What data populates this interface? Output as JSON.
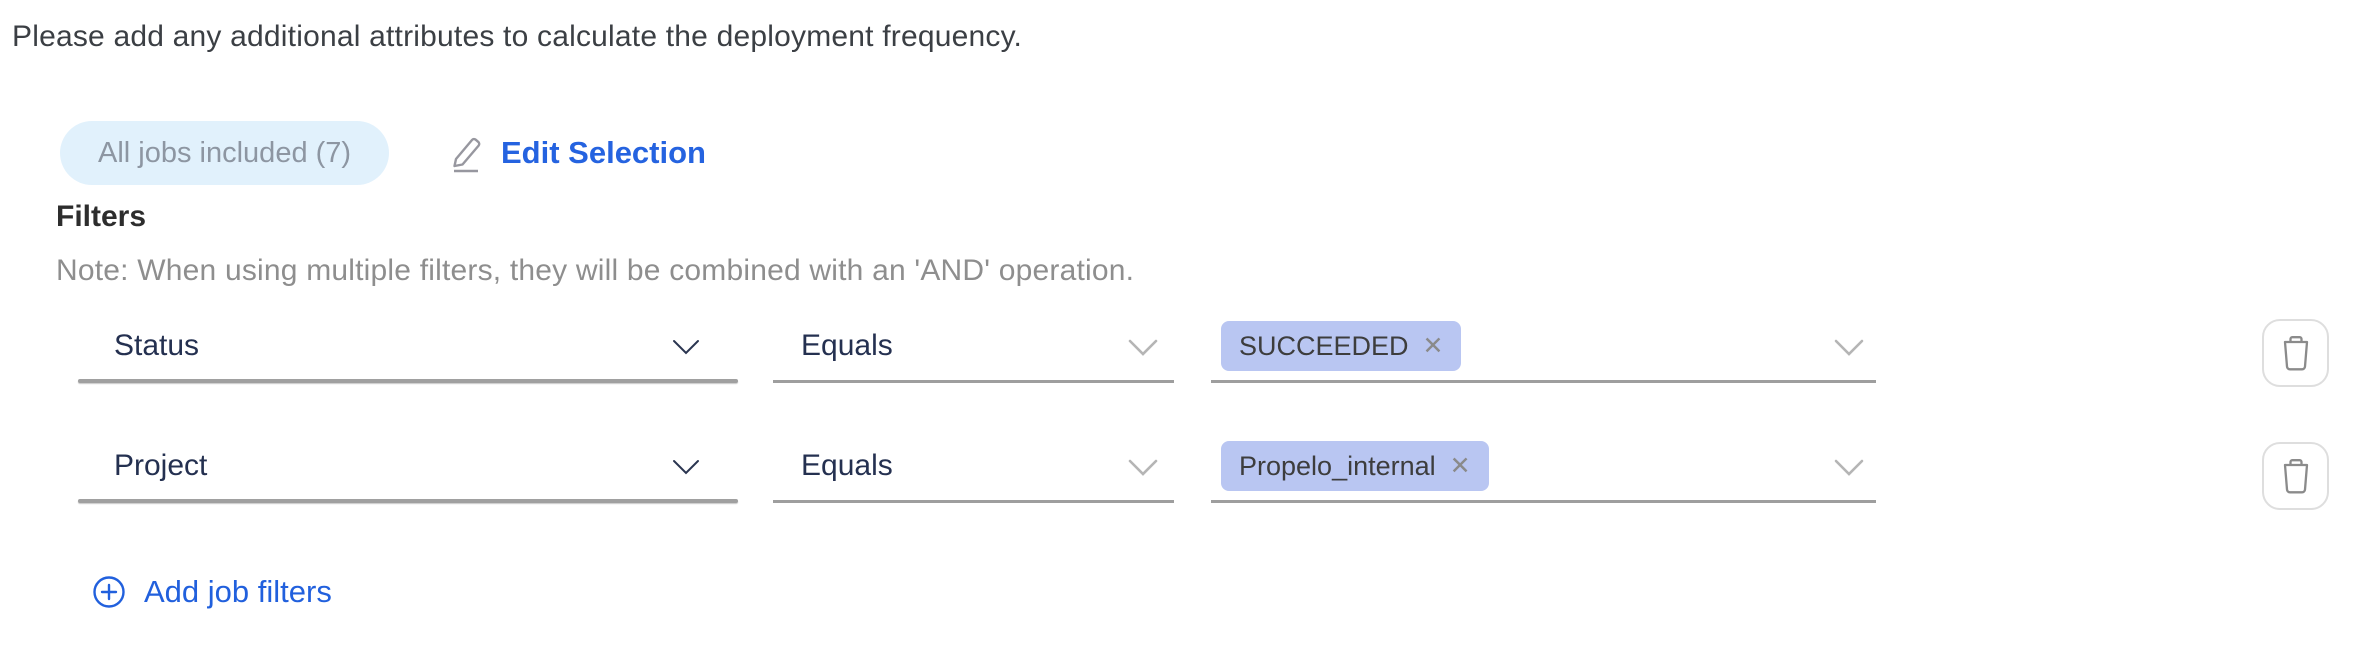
{
  "intro_text": "Please add any additional attributes to calculate the deployment frequency.",
  "jobs_summary": {
    "badge_label": "All jobs included (7)",
    "edit_selection_label": "Edit Selection"
  },
  "filters_section": {
    "heading": "Filters",
    "note": "Note: When using multiple filters, they will be combined with an 'AND' operation.",
    "add_filters_label": "Add job filters",
    "rows": [
      {
        "attribute": "Status",
        "operator": "Equals",
        "values": [
          {
            "label": "SUCCEEDED"
          }
        ]
      },
      {
        "attribute": "Project",
        "operator": "Equals",
        "values": [
          {
            "label": "Propelo_internal"
          }
        ]
      }
    ]
  },
  "glyphs": {
    "remove_value": "✕"
  },
  "icons": {
    "edit": "pencil-icon",
    "add": "plus-circle-icon",
    "delete": "trash-icon",
    "dropdown": "chevron-down-icon"
  },
  "colors": {
    "link_blue": "#2160dd",
    "edit_link_blue": "#2563e0",
    "tag_background": "#b9c6f2",
    "badge_background": "#e1f1fc",
    "badge_text": "#8d96a2",
    "select_text": "#243050",
    "muted_text": "#8e8e8e",
    "underline_gray": "#9e9e9e"
  }
}
